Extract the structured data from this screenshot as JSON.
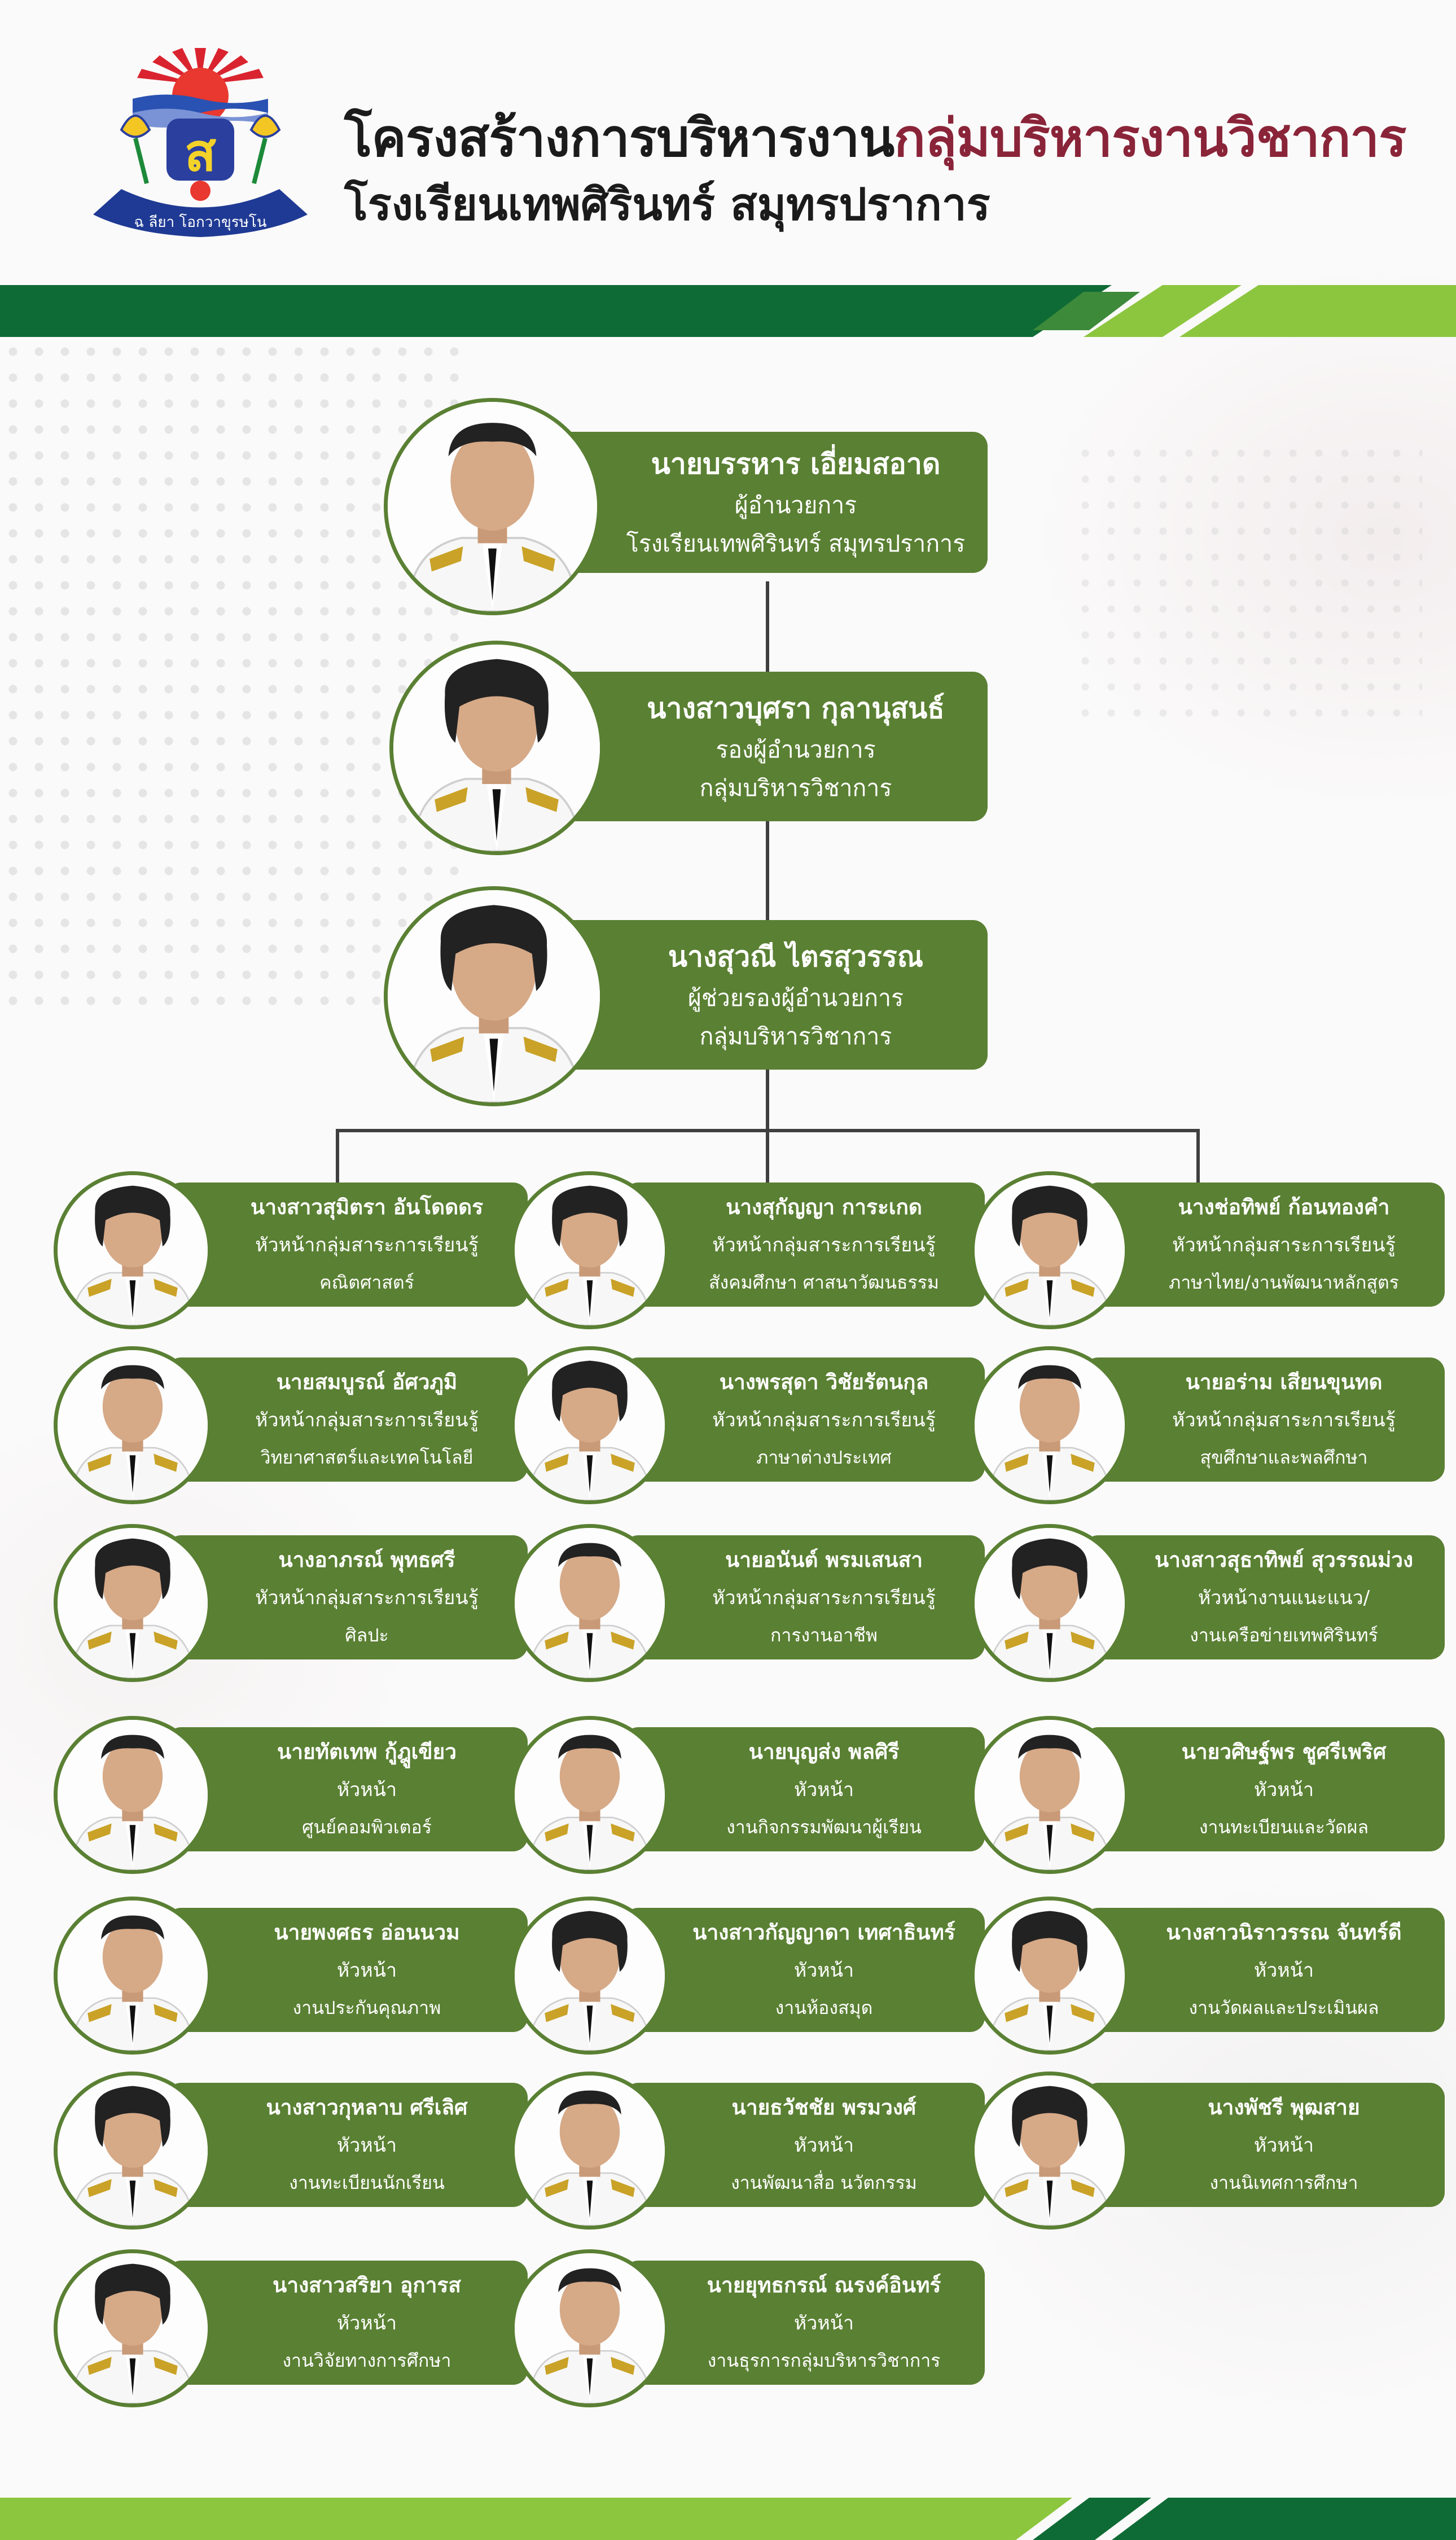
{
  "header": {
    "title_part1": "โครงสร้างการบริหารงาน",
    "title_part2": "กลุ่มบริหารงานวิชาการ",
    "subtitle": "โรงเรียนเทพศิรินทร์ สมุทรปราการ",
    "logo_motto": "ฉ ลียา โอกวาขุรษโน",
    "logo_letter": "ส"
  },
  "colors": {
    "box_green": "#5a8033",
    "title_accent": "#8a2439",
    "band_dark": "#0f6b35",
    "band_light": "#8cc63f"
  },
  "leaders": [
    {
      "name": "นายบรรหาร เอี่ยมสอาด",
      "line1": "ผู้อำนวยการ",
      "line2": "โรงเรียนเทพศิรินทร์ สมุทรปราการ"
    },
    {
      "name": "นางสาวบุศรา  กุลานุสนธ์",
      "line1": "รองผู้อำนวยการ",
      "line2": "กลุ่มบริหารวิชาการ"
    },
    {
      "name": "นางสุวณี ไตรสุวรรณ",
      "line1": "ผู้ช่วยรองผู้อำนวยการ",
      "line2": "กลุ่มบริหารวิชาการ"
    }
  ],
  "columns": [
    [
      {
        "name": "นางสาวสุมิตรา อันโดดดร",
        "line1": "หัวหน้ากลุ่มสาระการเรียนรู้",
        "line2": "คณิตศาสตร์"
      },
      {
        "name": "นายสมบูรณ์ อัศวภูมิ",
        "line1": "หัวหน้ากลุ่มสาระการเรียนรู้",
        "line2": "วิทยาศาสตร์และเทคโนโลยี"
      },
      {
        "name": "นางอาภรณ์ พุทธศรี",
        "line1": "หัวหน้ากลุ่มสาระการเรียนรู้",
        "line2": "ศิลปะ"
      },
      {
        "name": "นายทัตเทพ กู้ฎูเขียว",
        "line1": "หัวหน้า",
        "line2": "ศูนย์คอมพิวเตอร์"
      },
      {
        "name": "นายพงศธร อ่อนนวม",
        "line1": "หัวหน้า",
        "line2": "งานประกันคุณภาพ"
      },
      {
        "name": "นางสาวกุหลาบ ศรีเลิศ",
        "line1": "หัวหน้า",
        "line2": "งานทะเบียนนักเรียน"
      },
      {
        "name": "นางสาวสริยา อุการส",
        "line1": "หัวหน้า",
        "line2": "งานวิจัยทางการศึกษา"
      }
    ],
    [
      {
        "name": "นางสุกัญญา การะเกด",
        "line1": "หัวหน้ากลุ่มสาระการเรียนรู้",
        "line2": "สังคมศึกษา ศาสนาวัฒนธรรม"
      },
      {
        "name": "นางพรสุดา วิชัยรัตนกุล",
        "line1": "หัวหน้ากลุ่มสาระการเรียนรู้",
        "line2": "ภาษาต่างประเทศ"
      },
      {
        "name": "นายอนันต์ พรมเสนสา",
        "line1": "หัวหน้ากลุ่มสาระการเรียนรู้",
        "line2": "การงานอาชีพ"
      },
      {
        "name": "นายบุญส่ง พลศิรี",
        "line1": "หัวหน้า",
        "line2": "งานกิจกรรมพัฒนาผู้เรียน"
      },
      {
        "name": "นางสาวกัญญาดา เทศาธินทร์",
        "line1": "หัวหน้า",
        "line2": "งานห้องสมุด"
      },
      {
        "name": "นายธวัชชัย พรมวงศ์",
        "line1": "หัวหน้า",
        "line2": "งานพัฒนาสื่อ นวัตกรรม"
      },
      {
        "name": "นายยุทธกรณ์ ณรงค์อินทร์",
        "line1": "หัวหน้า",
        "line2": "งานธุรการกลุ่มบริหารวิชาการ"
      }
    ],
    [
      {
        "name": "นางช่อทิพย์ ก้อนทองคำ",
        "line1": "หัวหน้ากลุ่มสาระการเรียนรู้",
        "line2": "ภาษาไทย/งานพัฒนาหลักสูตร"
      },
      {
        "name": "นายอร่าม เสียนขุนทด",
        "line1": "หัวหน้ากลุ่มสาระการเรียนรู้",
        "line2": "สุขศึกษาและพลศึกษา"
      },
      {
        "name": "นางสาวสุธาทิพย์ สุวรรณม่วง",
        "line1": "หัวหน้างานแนะแนว/",
        "line2": "งานเครือข่ายเทพศิรินทร์"
      },
      {
        "name": "นายวศิษฐ์พร ชูศรีเพริศ",
        "line1": "หัวหน้า",
        "line2": "งานทะเบียนและวัดผล"
      },
      {
        "name": "นางสาวนิราวรรณ จันทร์ดี",
        "line1": "หัวหน้า",
        "line2": "งานวัดผลและประเมินผล"
      },
      {
        "name": "นางพัชรี พุฒสาย",
        "line1": "หัวหน้า",
        "line2": "งานนิเทศการศึกษา"
      }
    ]
  ]
}
